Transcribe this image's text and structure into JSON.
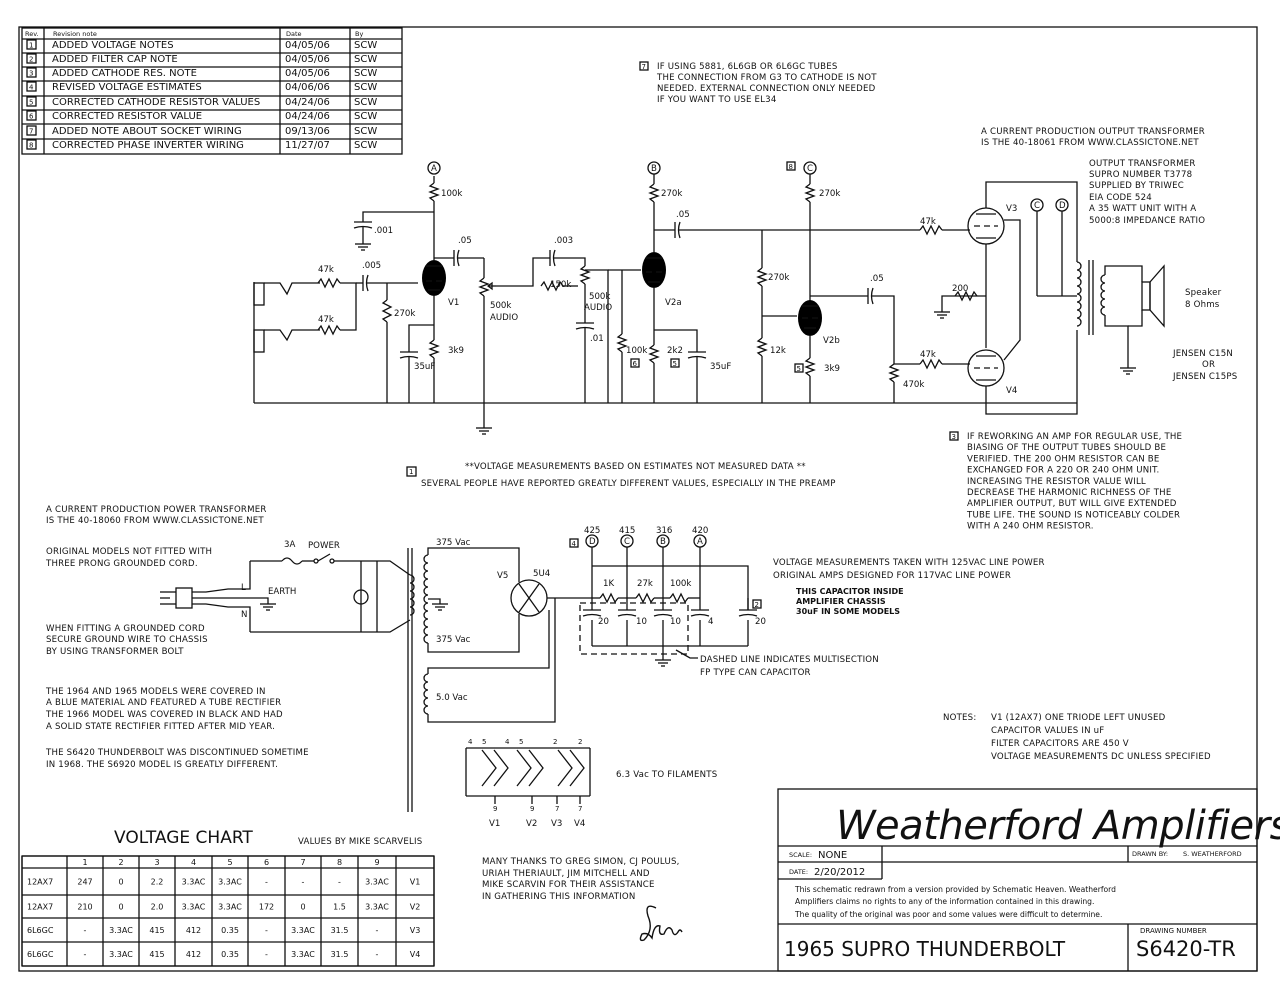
{
  "revision_table": {
    "headers": [
      "Rev.",
      "Revision note",
      "Date",
      "By"
    ],
    "rows": [
      {
        "rev": "1",
        "note": "ADDED VOLTAGE NOTES",
        "date": "04/05/06",
        "by": "SCW"
      },
      {
        "rev": "2",
        "note": "ADDED FILTER CAP NOTE",
        "date": "04/05/06",
        "by": "SCW"
      },
      {
        "rev": "3",
        "note": "ADDED CATHODE RES. NOTE",
        "date": "04/05/06",
        "by": "SCW"
      },
      {
        "rev": "4",
        "note": "REVISED VOLTAGE ESTIMATES",
        "date": "04/06/06",
        "by": "SCW"
      },
      {
        "rev": "5",
        "note": "CORRECTED CATHODE RESISTOR VALUES",
        "date": "04/24/06",
        "by": "SCW"
      },
      {
        "rev": "6",
        "note": "CORRECTED RESISTOR VALUE",
        "date": "04/24/06",
        "by": "SCW"
      },
      {
        "rev": "7",
        "note": "ADDED NOTE ABOUT SOCKET WIRING",
        "date": "09/13/06",
        "by": "SCW"
      },
      {
        "rev": "8",
        "note": "CORRECTED PHASE INVERTER WIRING",
        "date": "11/27/07",
        "by": "SCW"
      }
    ]
  },
  "notes": {
    "note7_tag": "7",
    "note7": [
      "IF USING 5881, 6L6GB OR 6L6GC TUBES",
      "THE CONNECTION FROM G3 TO CATHODE IS NOT",
      "NEEDED.  EXTERNAL CONNECTION ONLY NEEDED",
      "IF YOU WANT TO USE EL34"
    ],
    "output_transformer_current": [
      "A CURRENT PRODUCTION OUTPUT TRANSFORMER",
      "IS THE 40-18061 FROM WWW.CLASSICTONE.NET"
    ],
    "output_transformer": [
      "OUTPUT TRANSFORMER",
      "SUPRO NUMBER T3778",
      "SUPPLIED BY TRIWEC",
      "EIA CODE 524",
      "A 35 WATT UNIT WITH A",
      "5000:8 IMPEDANCE RATIO"
    ],
    "speaker": [
      "Speaker",
      "8 Ohms"
    ],
    "jensen": [
      "JENSEN C15N",
      "OR",
      "JENSEN C15PS"
    ],
    "note3_tag": "3",
    "note3": [
      "IF REWORKING AN AMP FOR REGULAR USE, THE",
      "BIASING OF THE OUTPUT TUBES SHOULD BE",
      "VERIFIED.  THE 200 OHM RESISTOR CAN BE",
      "EXCHANGED FOR A 220 OR 240 OHM UNIT.",
      "INCREASING THE RESISTOR VALUE WILL",
      "DECREASE THE HARMONIC RICHNESS OF THE",
      "AMPLIFIER OUTPUT, BUT WILL GIVE EXTENDED",
      "TUBE LIFE.  THE SOUND IS NOTICEABLY COLDER",
      "WITH A 240 OHM RESISTOR."
    ],
    "note1_tag": "1",
    "voltage_est_1": "**VOLTAGE MEASUREMENTS BASED ON ESTIMATES NOT MEASURED DATA **",
    "voltage_est_2": "SEVERAL PEOPLE HAVE REPORTED GREATLY DIFFERENT VALUES,  ESPECIALLY IN THE PREAMP",
    "power_transformer": [
      "A CURRENT PRODUCTION POWER TRANSFORMER",
      "IS THE 40-18060 FROM WWW.CLASSICTONE.NET"
    ],
    "original_models": [
      "ORIGINAL MODELS NOT FITTED WITH",
      "THREE PRONG GROUNDED CORD."
    ],
    "grounded_cord": [
      "WHEN FITTING A GROUNDED CORD",
      "SECURE GROUND WIRE TO CHASSIS",
      "BY USING TRANSFORMER BOLT"
    ],
    "history_1": [
      "THE 1964 AND 1965 MODELS WERE COVERED IN",
      "A BLUE MATERIAL AND FEATURED A TUBE RECTIFIER",
      "THE 1966 MODEL WAS COVERED IN BLACK AND HAD",
      "A SOLID STATE RECTIFIER FITTED AFTER MID YEAR."
    ],
    "history_2": [
      "THE S6420 THUNDERBOLT WAS DISCONTINUED SOMETIME",
      "IN 1968.  THE S6920 MODEL IS GREATLY DIFFERENT."
    ],
    "voltage_line": [
      "VOLTAGE MEASUREMENTS TAKEN WITH 125VAC LINE POWER",
      "ORIGINAL AMPS DESIGNED FOR 117VAC LINE POWER"
    ],
    "note2_tag": "2",
    "cap_inside": [
      "THIS CAPACITOR INSIDE",
      "AMPLIFIER CHASSIS",
      "30uF IN SOME MODELS"
    ],
    "dashed_line": [
      "DASHED LINE INDICATES MULTISECTION",
      "FP TYPE CAN CAPACITOR"
    ],
    "filaments": "6.3 Vac TO FILAMENTS",
    "notes_label": "NOTES:",
    "notes_list": [
      "V1 (12AX7) ONE TRIODE LEFT UNUSED",
      "CAPACITOR VALUES IN uF",
      "FILTER CAPACITORS ARE 450 V",
      "VOLTAGE MEASUREMENTS DC UNLESS SPECIFIED"
    ],
    "thanks": [
      "MANY THANKS TO GREG SIMON, CJ POULUS,",
      "URIAH THERIAULT, JIM MITCHELL AND",
      "MIKE SCARVIN FOR THEIR ASSISTANCE",
      "IN GATHERING THIS INFORMATION"
    ]
  },
  "components": {
    "r100k_a": "100k",
    "c001": ".001",
    "c005": ".005",
    "r47k_in1": "47k",
    "r47k_in2": "47k",
    "r270k_v1": "270k",
    "c35uf_1": "35uF",
    "r3k9_1": "3k9",
    "v1": "V1",
    "c05_1": ".05",
    "pot_vol": [
      "500k",
      "AUDIO"
    ],
    "c003": ".003",
    "r150k": "150k",
    "pot_tone": [
      "500k",
      "AUDIO"
    ],
    "c01": ".01",
    "r100k_b": "100k",
    "r270k_b": "270k",
    "c05_2": ".05",
    "v2a": "V2a",
    "r2k2": "2k2",
    "c35uf_2": "35uF",
    "tag6": "6",
    "tag5a": "5",
    "tag8": "8",
    "r270k_c": "270k",
    "r270k_d": "270k",
    "r12k": "12k",
    "v2b": "V2b",
    "r3k9_2": "3k9",
    "tag5b": "5",
    "c05_3": ".05",
    "r470k": "470k",
    "r47k_g1": "47k",
    "r47k_g2": "47k",
    "r200": "200",
    "v3": "V3",
    "v4": "V4",
    "node_a": "A",
    "node_b": "B",
    "node_c": "C",
    "node_d": "D"
  },
  "power_supply": {
    "fuse": "3A",
    "power": "POWER",
    "earth": "EARTH",
    "l": "L",
    "n": "N",
    "vac375_top": "375 Vac",
    "vac375_bot": "375 Vac",
    "vac5": "5.0 Vac",
    "v5": "V5",
    "rect": "5U4",
    "tag4": "4",
    "v425": "425",
    "v415": "415",
    "v316": "316",
    "v420": "420",
    "r1k": "1K",
    "r27k": "27k",
    "r100k": "100k",
    "caps": [
      "20",
      "10",
      "10",
      "4",
      "20"
    ],
    "fil_pins_top": [
      "4",
      "5",
      "4",
      "5",
      "2",
      "2"
    ],
    "fil_pins_bot": [
      "9",
      "9",
      "7",
      "7"
    ],
    "fil_tubes": [
      "V1",
      "V2",
      "V3",
      "V4"
    ]
  },
  "voltage_chart": {
    "title": "VOLTAGE CHART",
    "credit": "VALUES BY MIKE SCARVELIS",
    "pins": [
      "1",
      "2",
      "3",
      "4",
      "5",
      "6",
      "7",
      "8",
      "9"
    ],
    "rows": [
      {
        "tube": "12AX7",
        "vals": [
          "247",
          "0",
          "2.2",
          "3.3AC",
          "3.3AC",
          "-",
          "-",
          "-",
          "3.3AC"
        ],
        "ref": "V1"
      },
      {
        "tube": "12AX7",
        "vals": [
          "210",
          "0",
          "2.0",
          "3.3AC",
          "3.3AC",
          "172",
          "0",
          "1.5",
          "3.3AC"
        ],
        "ref": "V2"
      },
      {
        "tube": "6L6GC",
        "vals": [
          "-",
          "3.3AC",
          "415",
          "412",
          "0.35",
          "-",
          "3.3AC",
          "31.5",
          "-"
        ],
        "ref": "V3"
      },
      {
        "tube": "6L6GC",
        "vals": [
          "-",
          "3.3AC",
          "415",
          "412",
          "0.35",
          "-",
          "3.3AC",
          "31.5",
          "-"
        ],
        "ref": "V4"
      }
    ]
  },
  "title_block": {
    "company": "Weatherford Amplifiers",
    "scale_label": "SCALE:",
    "scale": "NONE",
    "drawn_label": "DRAWN BY:",
    "drawn": "S. WEATHERFORD",
    "date_label": "DATE:",
    "date": "2/20/2012",
    "disclaimer": [
      "This schematic redrawn from a version provided by Schematic Heaven.  Weatherford",
      "Amplifiers claims no rights to any of the information contained in this drawing.",
      "The quality of the original was poor and some values were difficult to determine."
    ],
    "title": "1965 SUPRO THUNDERBOLT",
    "drawing_label": "DRAWING NUMBER",
    "drawing_number": "S6420-TR"
  }
}
